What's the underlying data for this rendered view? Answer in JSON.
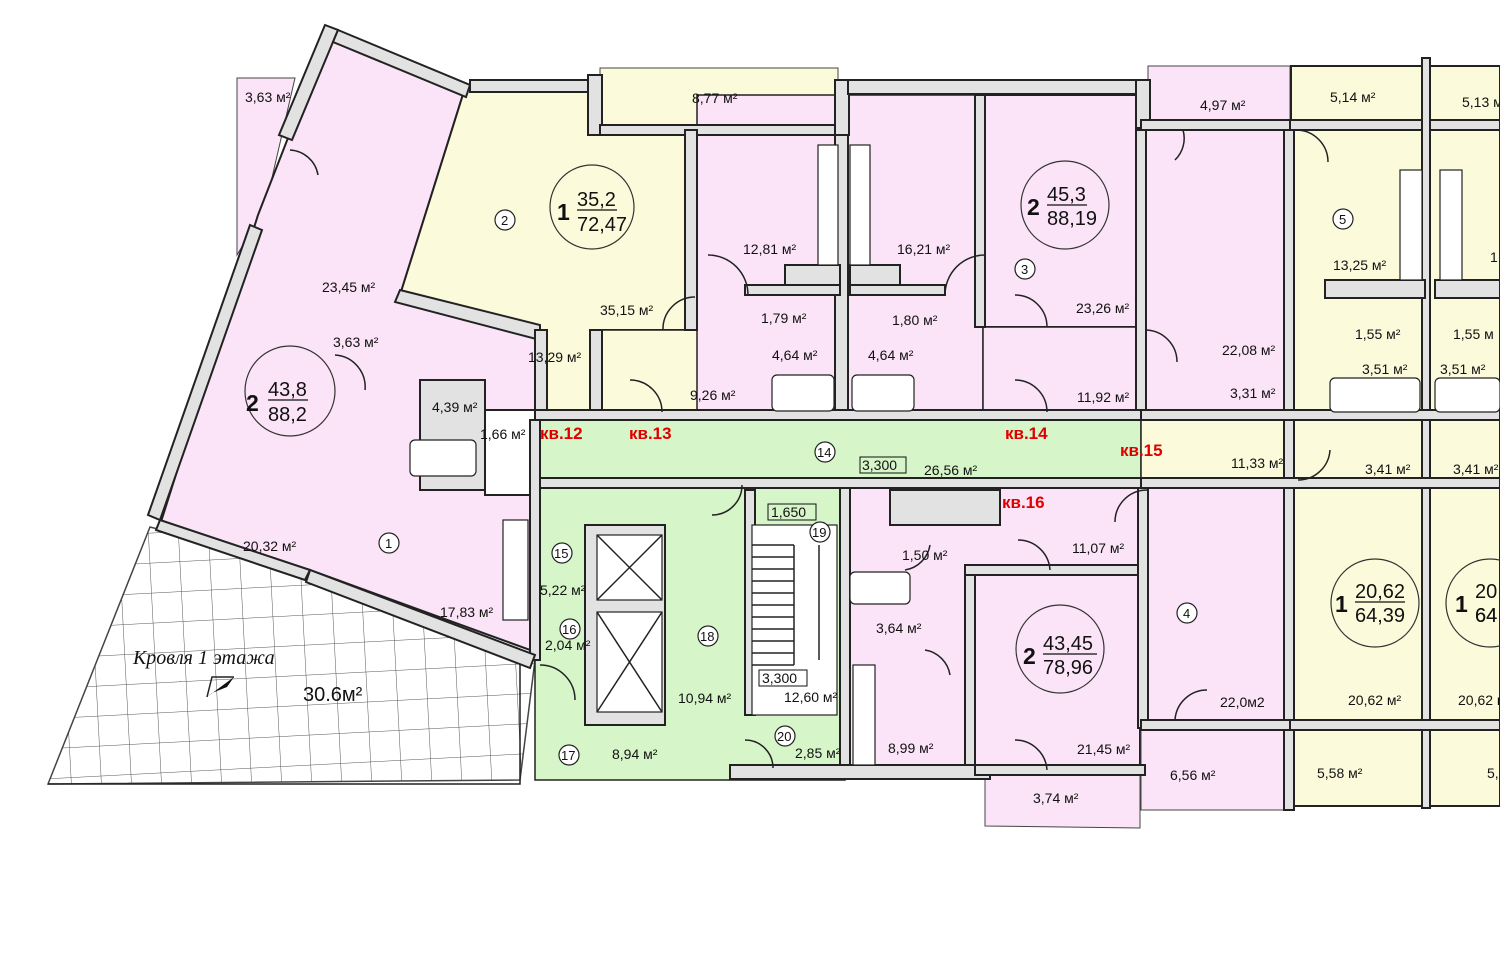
{
  "colors": {
    "pink": "#fbe4f7",
    "yellow": "#fbfbdc",
    "green": "#d6f5c8",
    "roof_grid": "#555555",
    "flat_label": "#e00000",
    "wall": "#e2e2e2"
  },
  "flat_labels": {
    "f12": "кв.12",
    "f13": "кв.13",
    "f14": "кв.14",
    "f15": "кв.15",
    "f16": "кв.16"
  },
  "apartments": {
    "a1": {
      "rooms": "1",
      "living": "35,2",
      "total": "72,47"
    },
    "a2": {
      "rooms": "2",
      "living": "43,8",
      "total": "88,2"
    },
    "a3": {
      "rooms": "2",
      "living": "45,3",
      "total": "88,19"
    },
    "a4": {
      "rooms": "2",
      "living": "43,45",
      "total": "78,96"
    },
    "a5": {
      "rooms": "1",
      "living": "20,62",
      "total": "64,39"
    },
    "a6": {
      "rooms": "1",
      "living": "20",
      "total": "64"
    }
  },
  "room_numbers": {
    "n1": "1",
    "n2": "2",
    "n3": "3",
    "n4": "4",
    "n5": "5",
    "n14": "14",
    "n15": "15",
    "n16": "16",
    "n17": "17",
    "n18": "18",
    "n19": "19",
    "n20": "20"
  },
  "areas": {
    "b1": "3,63 м²",
    "b2": "8,77 м²",
    "b3": "4,97 м²",
    "b4": "5,14 м²",
    "b5": "5,13 м",
    "r1": "12,81 м²",
    "r2": "16,21 м²",
    "r3": "13,25 м²",
    "r4": "1",
    "r5": "23,45 м²",
    "r6": "3,63 м²",
    "r7": "35,15 м²",
    "r8": "23,26 м²",
    "r9": "1,79 м²",
    "r10": "1,80 м²",
    "r11": "1,55 м²",
    "r12": "1,55 м",
    "r13": "13,29 м²",
    "r14": "4,64 м²",
    "r15": "4,64 м²",
    "r16": "22,08 м²",
    "r17": "3,51 м²",
    "r18": "3,51 м²",
    "r19": "4,39 м²",
    "r20": "9,26 м²",
    "r21": "11,92 м²",
    "r22": "3,31 м²",
    "r23": "1,66 м²",
    "r24": "3,300",
    "r25": "26,56 м²",
    "r26": "11,33 м²",
    "r27": "3,41 м²",
    "r28": "3,41 м²",
    "r29": "1,650",
    "r30": "20,32 м²",
    "r31": "5,22 м²",
    "r32": "1,50 м²",
    "r33": "11,07 м²",
    "r34": "2,04 м²",
    "r35": "3,64 м²",
    "r36": "17,83 м²",
    "r37": "3,300",
    "r38": "12,60 м²",
    "r39": "10,94 м²",
    "r40": "22,0м2",
    "r41": "20,62 м²",
    "r42": "20,62 м²",
    "r43": "8,99 м²",
    "r44": "21,45 м²",
    "r45": "8,94 м²",
    "r46": "2,85 м²",
    "r47": "6,56 м²",
    "r48": "5,58 м²",
    "r49": "5,",
    "r50": "3,74 м²",
    "r51": "64"
  },
  "roof": {
    "title": "Кровля 1 этажа",
    "area": "30.6м²"
  }
}
